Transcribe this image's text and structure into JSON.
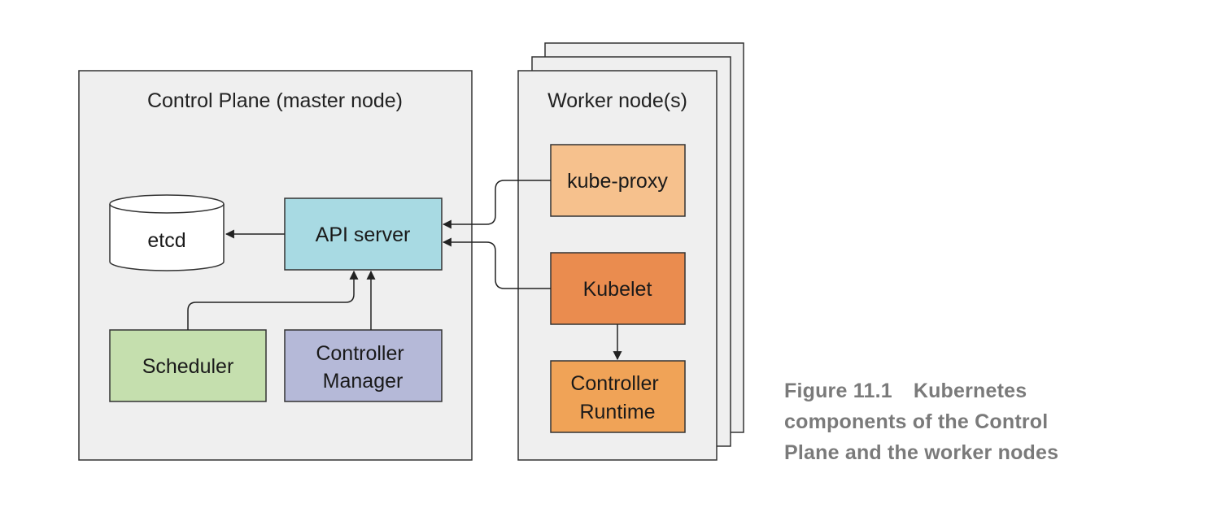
{
  "control_plane": {
    "title": "Control Plane (master node)",
    "components": {
      "etcd": "etcd",
      "api_server": "API server",
      "scheduler": "Scheduler",
      "controller_manager": [
        "Controller",
        "Manager"
      ]
    }
  },
  "worker_nodes": {
    "title": "Worker node(s)",
    "components": {
      "kube_proxy": "kube-proxy",
      "kubelet": "Kubelet",
      "controller_runtime": [
        "Controller",
        "Runtime"
      ]
    }
  },
  "caption": {
    "figure_number": "Figure 11.1",
    "lines": [
      "Kubernetes",
      "components of the Control",
      "Plane and the worker nodes"
    ]
  },
  "colors": {
    "panel_fill": "#efefef",
    "panel_stroke": "#333333",
    "api_server": "#a8dae3",
    "scheduler": "#c5dfae",
    "controller_manager": "#b5b9d8",
    "kube_proxy": "#f6c18d",
    "kubelet": "#ea8c4f",
    "controller_runtime": "#f0a357",
    "etcd": "#ffffff",
    "caption": "#7a7a7a"
  }
}
